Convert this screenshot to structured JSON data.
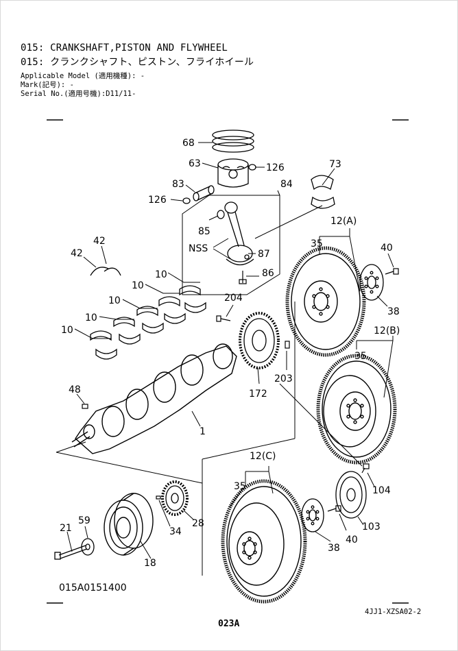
{
  "header": {
    "title_en": "015: CRANKSHAFT,PISTON AND FLYWHEEL",
    "title_jp": "015: クランクシャフト、ピストン、フライホイール",
    "model_line": "Applicable Model (適用機種): -",
    "mark_line": "Mark(記号): -",
    "serial_line": "Serial No.(適用号機):D11/11-"
  },
  "callouts": {
    "c68": "68",
    "c63": "63",
    "c126a": "126",
    "c83": "83",
    "c126b": "126",
    "c84": "84",
    "c73": "73",
    "c85": "85",
    "cNSS": "NSS",
    "c87": "87",
    "c86": "86",
    "c12A": "12(A)",
    "c35a": "35",
    "c40a": "40",
    "c38a": "38",
    "c42a": "42",
    "c42b": "42",
    "c10a": "10",
    "c10b": "10",
    "c10c": "10",
    "c10d": "10",
    "c10e": "10",
    "c204": "204",
    "c12B": "12(B)",
    "c35b": "35",
    "c203": "203",
    "c172": "172",
    "c48": "48",
    "c1": "1",
    "c12C": "12(C)",
    "c35c": "35",
    "c104": "104",
    "c103": "103",
    "c40b": "40",
    "c38b": "38",
    "c28": "28",
    "c34": "34",
    "c59": "59",
    "c21": "21",
    "c18": "18"
  },
  "footer": {
    "drawing_number": "015A0151400",
    "ref_code": "4JJ1-XZSA02-2",
    "page_label": "023A"
  }
}
